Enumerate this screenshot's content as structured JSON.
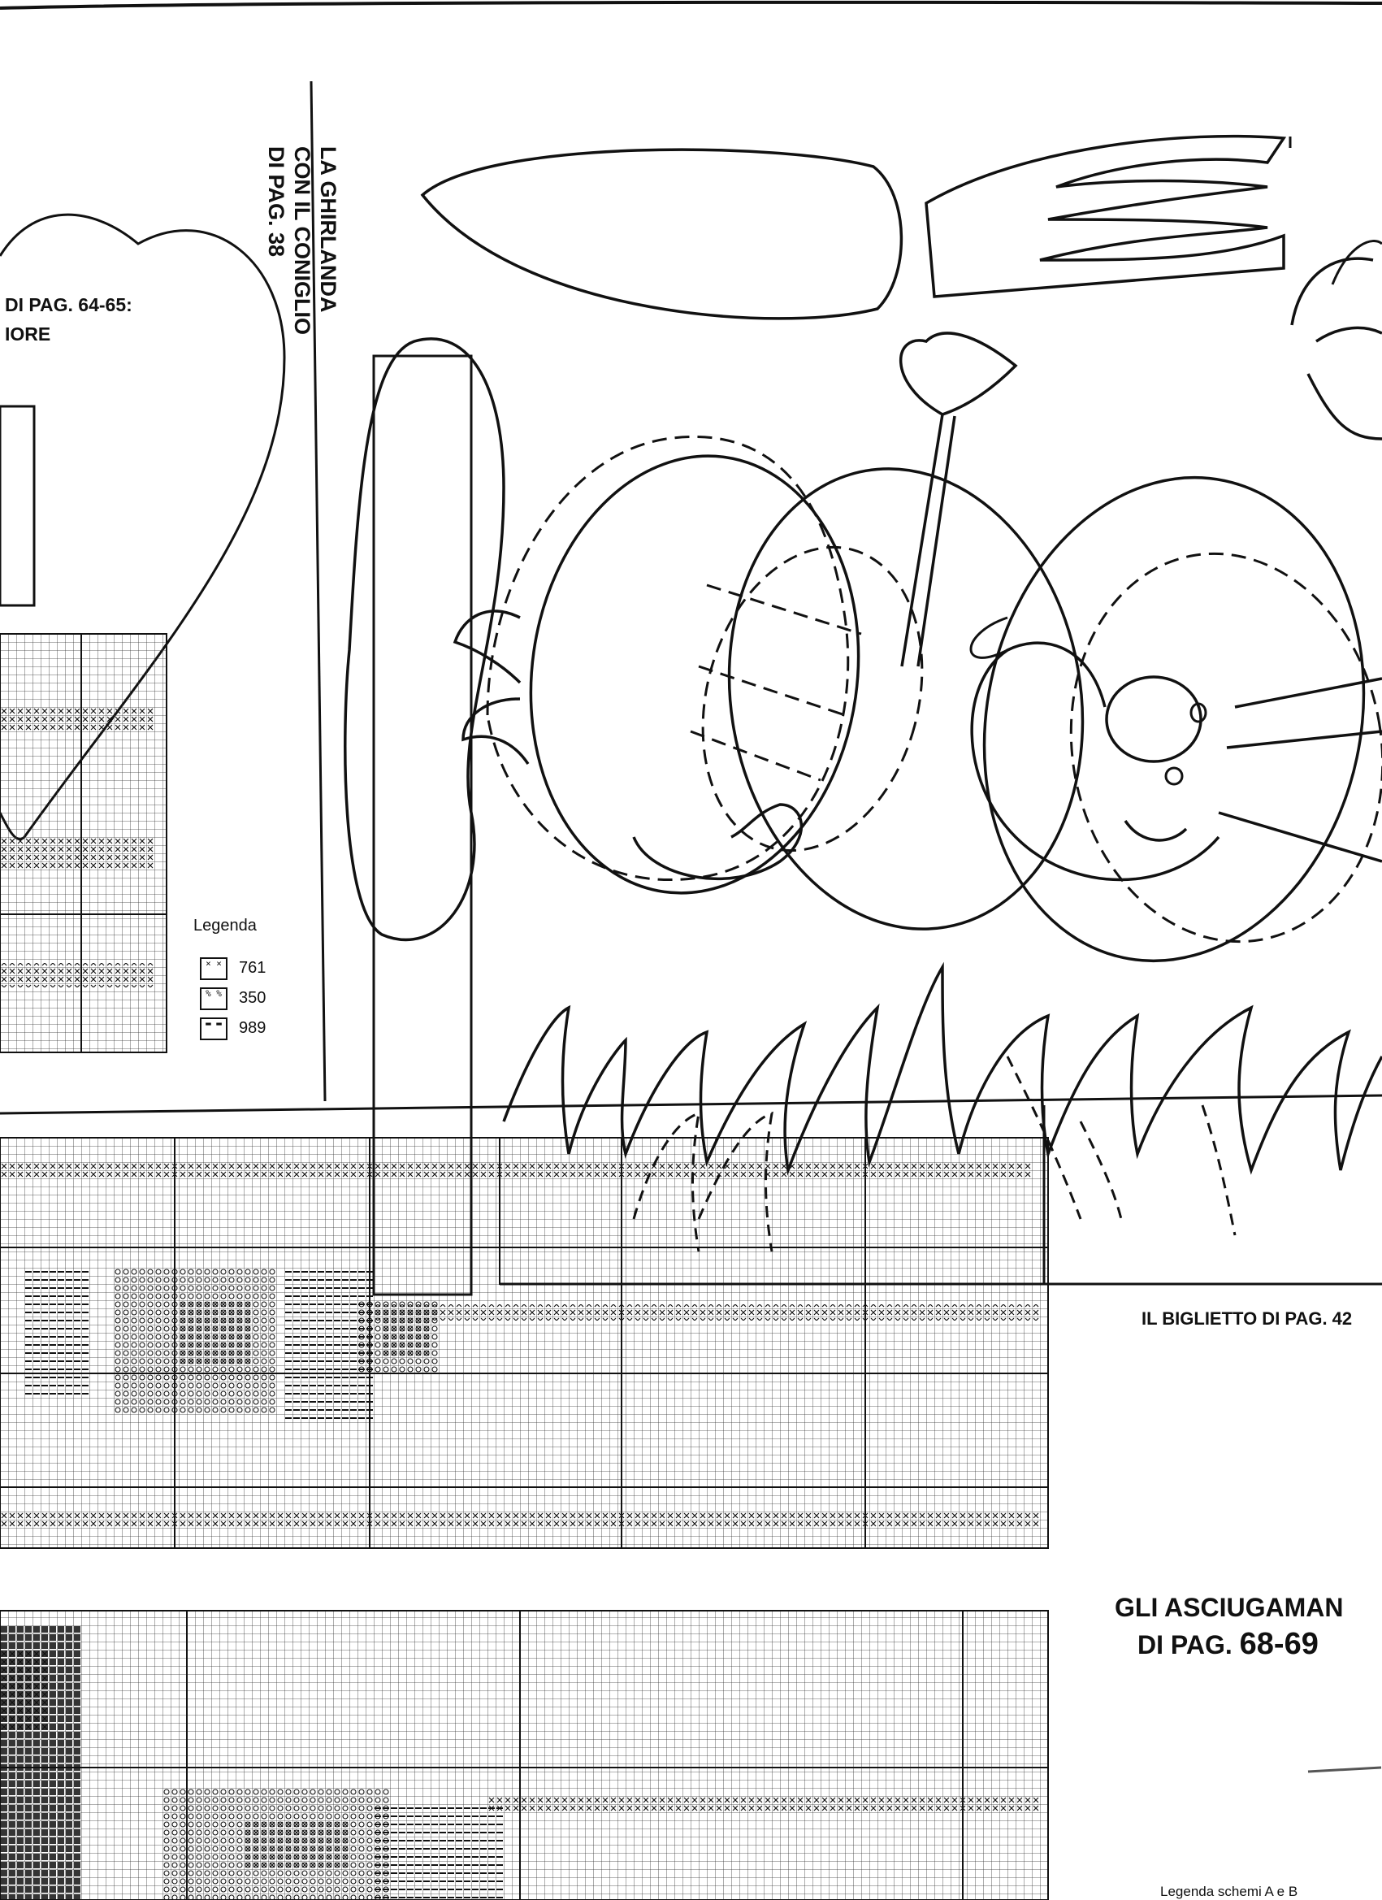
{
  "heart_section": {
    "title_line1": "DI PAG. 64-65:",
    "title_line2": "IORE"
  },
  "legend": {
    "title": "Legenda",
    "items": [
      {
        "symbol": "× ×",
        "code": "761"
      },
      {
        "symbol": "% %",
        "code": "350"
      },
      {
        "symbol": "▬ ▬",
        "code": "989"
      }
    ]
  },
  "garland": {
    "lines": [
      "LA GHIRLANDA",
      "CON IL CONIGLIO",
      "DI PAG. 38"
    ]
  },
  "card": {
    "title": "IL BIGLIETTO DI PAG. 42"
  },
  "towels": {
    "line1_prefix": "GLI ASCIUGAMAN",
    "line2_prefix": "DI PAG.",
    "line2_pages": "68-69"
  },
  "footer": {
    "legend_note": "Legenda schemi A e B"
  }
}
